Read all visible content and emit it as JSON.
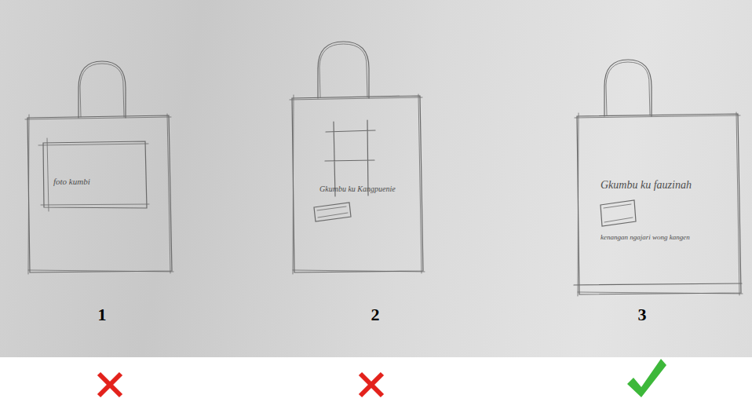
{
  "diagram": {
    "nodes": [
      {
        "text": [
          "1"
        ]
      },
      {
        "text": [
          "foto kumbi"
        ],
        "in": 0
      },
      {
        "text": [
          "Gkumbu ku Kangpuenie",
          "2"
        ]
      },
      {
        "text": [
          "Gkumbu ku fauzinah",
          "kenangan ngajari wong kangen",
          "3"
        ]
      }
    ]
  }
}
